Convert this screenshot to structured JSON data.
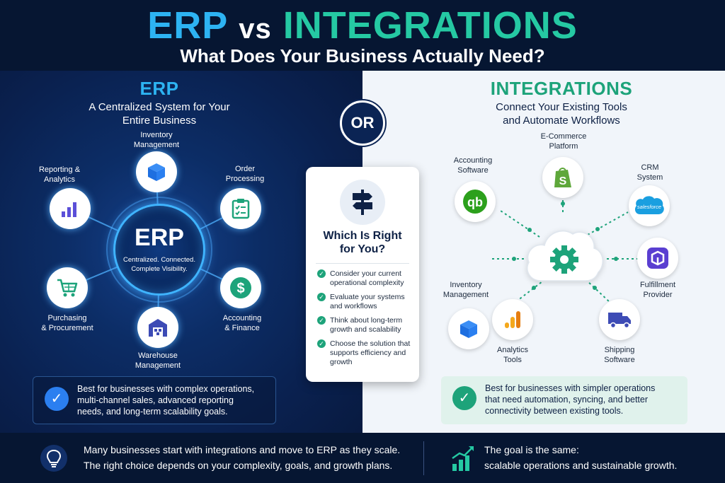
{
  "header": {
    "title_erp": "ERP",
    "title_vs": "vs",
    "title_integrations": "INTEGRATIONS",
    "subtitle": "What Does Your Business Actually Need?"
  },
  "erp": {
    "title": "ERP",
    "subtitle_line1": "A Centralized System for Your",
    "subtitle_line2": "Entire Business",
    "hub_title": "ERP",
    "hub_sub_line1": "Centralized. Connected.",
    "hub_sub_line2": "Complete Visibility.",
    "nodes": [
      {
        "line1": "Inventory",
        "line2": "Management",
        "icon": "box-icon"
      },
      {
        "line1": "Order",
        "line2": "Processing",
        "icon": "clipboard-icon"
      },
      {
        "line1": "Accounting",
        "line2": "& Finance",
        "icon": "dollar-icon"
      },
      {
        "line1": "Warehouse",
        "line2": "Management",
        "icon": "warehouse-icon"
      },
      {
        "line1": "Purchasing",
        "line2": "& Procurement",
        "icon": "cart-icon"
      },
      {
        "line1": "Reporting &",
        "line2": "Analytics",
        "icon": "bar-chart-icon"
      }
    ],
    "best_for": [
      "Best for businesses with complex operations,",
      "multi-channel sales, advanced reporting",
      "needs, and long-term scalability goals."
    ]
  },
  "or_label": "OR",
  "card": {
    "title_line1": "Which Is Right",
    "title_line2": "for You?",
    "items": [
      {
        "line1": "Consider your current",
        "line2": "operational complexity",
        "line3": ""
      },
      {
        "line1": "Evaluate your systems",
        "line2": "and workflows",
        "line3": ""
      },
      {
        "line1": "Think about long-term",
        "line2": "growth and scalability",
        "line3": ""
      },
      {
        "line1": "Choose the solution that",
        "line2": "supports efficiency and",
        "line3": "growth"
      }
    ]
  },
  "integrations": {
    "title": "INTEGRATIONS",
    "subtitle_line1": "Connect Your Existing Tools",
    "subtitle_line2": "and Automate Workflows",
    "nodes": [
      {
        "line1": "E-Commerce",
        "line2": "Platform",
        "icon": "shopify-icon"
      },
      {
        "line1": "Accounting",
        "line2": "Software",
        "icon": "quickbooks-icon"
      },
      {
        "line1": "CRM",
        "line2": "System",
        "icon": "salesforce-icon"
      },
      {
        "line1": "Inventory",
        "line2": "Management",
        "icon": "box-icon"
      },
      {
        "line1": "Fulfillment",
        "line2": "Provider",
        "icon": "fulfillment-icon"
      },
      {
        "line1": "Analytics",
        "line2": "Tools",
        "icon": "analytics-icon"
      },
      {
        "line1": "Shipping",
        "line2": "Software",
        "icon": "truck-icon"
      }
    ],
    "salesforce_text": "salesforce",
    "best_for": [
      "Best for businesses with simpler operations",
      "that need automation, syncing, and better",
      "connectivity between existing tools."
    ]
  },
  "footer": {
    "left_line1": "Many businesses start with integrations and move to ERP as they scale.",
    "left_line2": "The right choice depends on your complexity, goals, and growth plans.",
    "right_line1": "The goal is the same:",
    "right_line2": "scalable operations and sustainable growth."
  },
  "colors": {
    "erp_blue": "#2db3f2",
    "integrations_teal": "#25c9a3",
    "navy": "#061632",
    "check_green": "#1da37a"
  }
}
